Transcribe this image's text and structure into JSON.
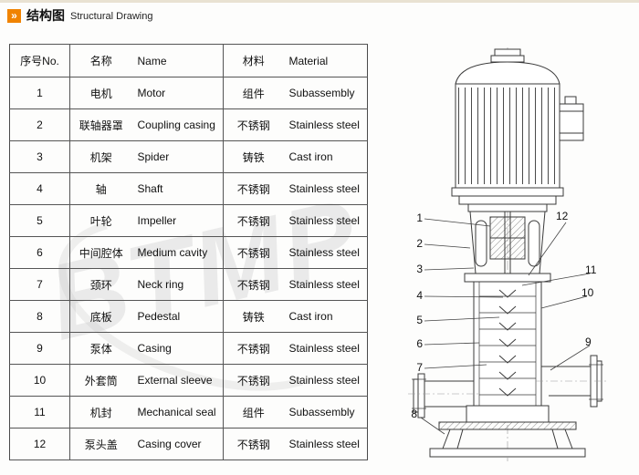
{
  "header": {
    "title_cn": "结构图",
    "title_en": "Structural Drawing",
    "accent_color": "#f08300",
    "icon_glyph": "»"
  },
  "watermark": {
    "text": "BTMP"
  },
  "table": {
    "headers": {
      "no": "序号No.",
      "name_cn": "名称",
      "name_en": "Name",
      "material_cn": "材料",
      "material_en": "Material"
    },
    "rows": [
      {
        "no": "1",
        "name_cn": "电机",
        "name_en": "Motor",
        "material_cn": "组件",
        "material_en": "Subassembly"
      },
      {
        "no": "2",
        "name_cn": "联轴器罩",
        "name_en": "Coupling casing",
        "material_cn": "不锈钢",
        "material_en": "Stainless steel"
      },
      {
        "no": "3",
        "name_cn": "机架",
        "name_en": "Spider",
        "material_cn": "铸铁",
        "material_en": "Cast iron"
      },
      {
        "no": "4",
        "name_cn": "轴",
        "name_en": "Shaft",
        "material_cn": "不锈钢",
        "material_en": "Stainless steel"
      },
      {
        "no": "5",
        "name_cn": "叶轮",
        "name_en": "Impeller",
        "material_cn": "不锈钢",
        "material_en": "Stainless steel"
      },
      {
        "no": "6",
        "name_cn": "中间腔体",
        "name_en": "Medium cavity",
        "material_cn": "不锈钢",
        "material_en": "Stainless steel"
      },
      {
        "no": "7",
        "name_cn": "颈环",
        "name_en": "Neck ring",
        "material_cn": "不锈钢",
        "material_en": "Stainless steel"
      },
      {
        "no": "8",
        "name_cn": "底板",
        "name_en": "Pedestal",
        "material_cn": "铸铁",
        "material_en": "Cast iron"
      },
      {
        "no": "9",
        "name_cn": "泵体",
        "name_en": "Casing",
        "material_cn": "不锈钢",
        "material_en": "Stainless steel"
      },
      {
        "no": "10",
        "name_cn": "外套筒",
        "name_en": "External sleeve",
        "material_cn": "不锈钢",
        "material_en": "Stainless steel"
      },
      {
        "no": "11",
        "name_cn": "机封",
        "name_en": "Mechanical seal",
        "material_cn": "组件",
        "material_en": "Subassembly"
      },
      {
        "no": "12",
        "name_cn": "泵头盖",
        "name_en": "Casing cover",
        "material_cn": "不锈钢",
        "material_en": "Stainless steel"
      }
    ]
  },
  "drawing": {
    "type": "vertical multistage pump sectional view",
    "callouts": [
      "1",
      "2",
      "3",
      "4",
      "5",
      "6",
      "7",
      "8",
      "9",
      "10",
      "11",
      "12"
    ]
  }
}
